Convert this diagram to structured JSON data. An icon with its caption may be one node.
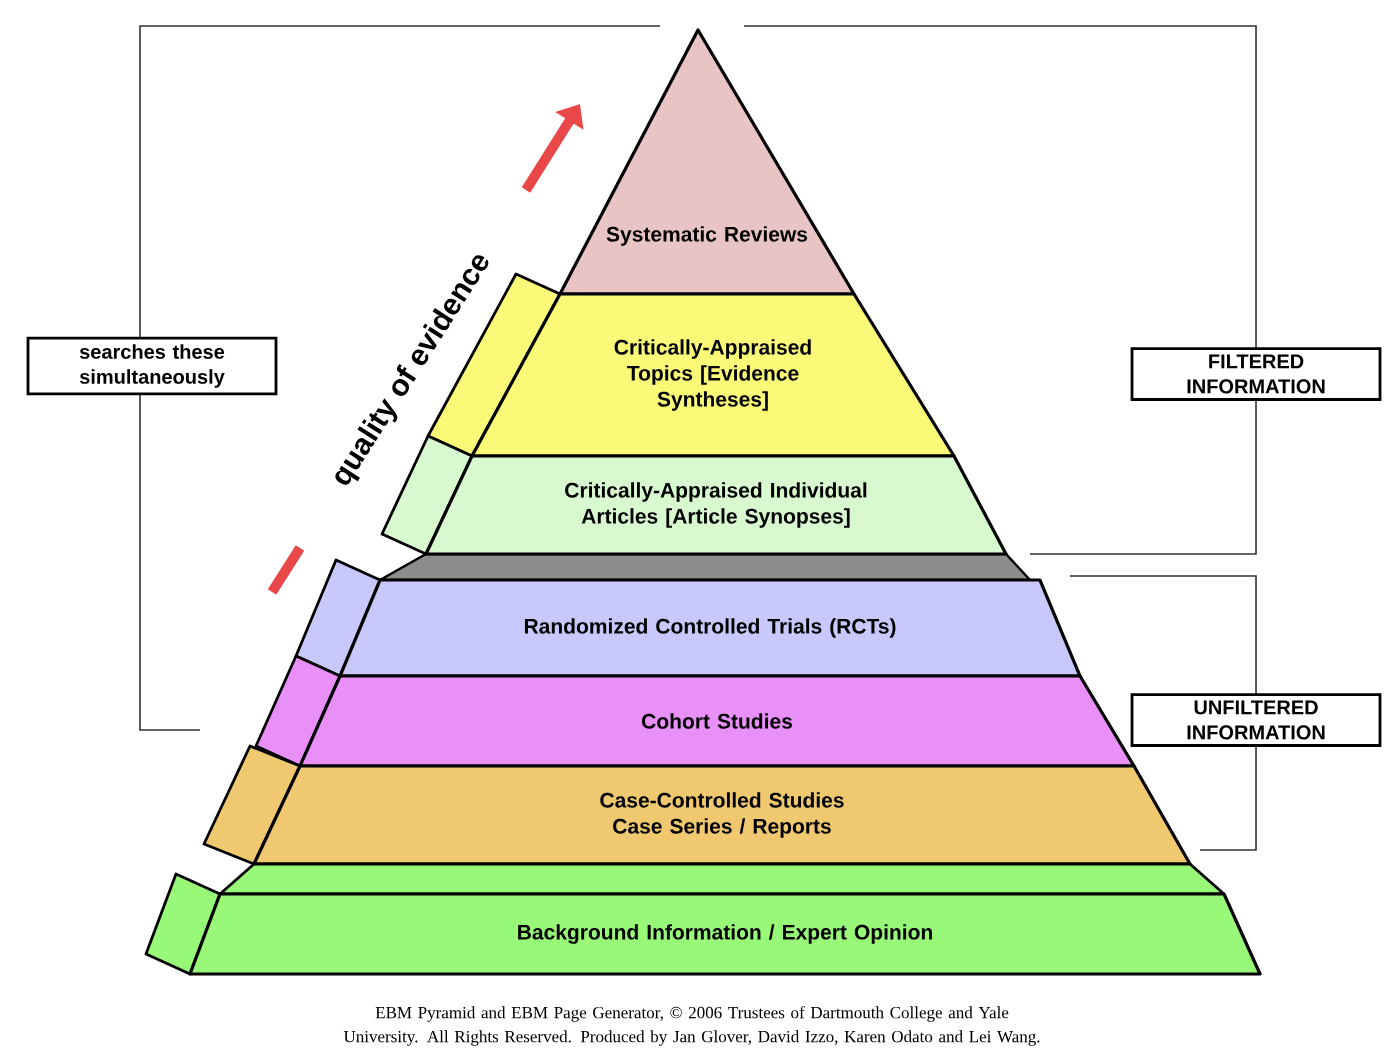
{
  "diagram": {
    "caption": "EBM Pyramid and EBM Page Generator, © 2006 Trustees of Dartmouth College and Yale University. All Rights Reserved. Produced by Jan Glover, David Izzo, Karen Odato and Lei Wang.",
    "nodes": [
      {
        "text": [
          "Systematic Reviews"
        ]
      },
      {
        "text": [
          "Critically-Appraised Topics [Evidence Syntheses]"
        ]
      },
      {
        "text": [
          "Critically-Appraised Individual Articles [Article Synopses]"
        ]
      },
      {
        "text": [
          "Randomized Controlled Trials (RCTs)"
        ]
      },
      {
        "text": [
          "Cohort Studies"
        ]
      },
      {
        "text": [
          "Case-Controlled Studies Case Series / Reports"
        ]
      },
      {
        "text": [
          "Background Information / Expert Opinion"
        ]
      },
      {
        "text": [
          "searches these simultaneously"
        ]
      },
      {
        "text": [
          "FILTERED INFORMATION"
        ]
      },
      {
        "text": [
          "UNFILTERED INFORMATION"
        ]
      }
    ],
    "labels": [
      "quality of evidence"
    ]
  }
}
